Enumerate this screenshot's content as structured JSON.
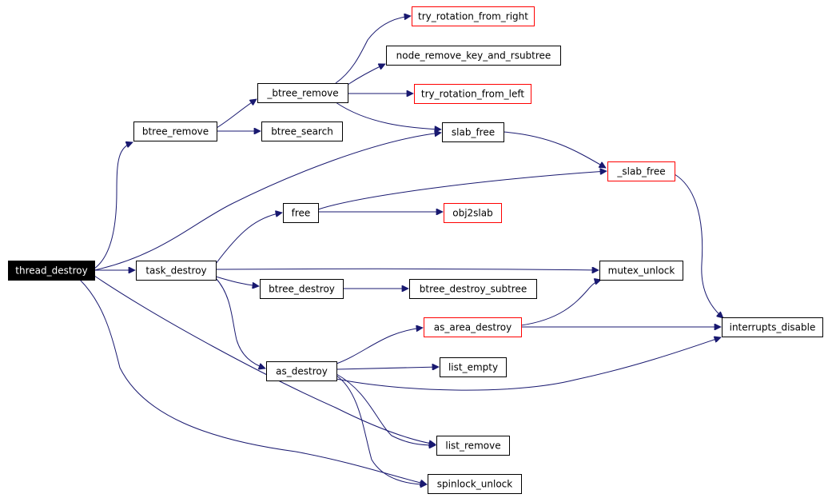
{
  "graph": {
    "root": "thread_destroy",
    "colors": {
      "edge": "#191970",
      "node_border": "#000000",
      "undocumented_border": "#ff0000",
      "root_fill": "#000000",
      "root_text": "#ffffff"
    },
    "nodes": {
      "thread_destroy": {
        "label": "thread_destroy",
        "style": "root"
      },
      "btree_remove": {
        "label": "btree_remove",
        "style": "normal"
      },
      "task_destroy": {
        "label": "task_destroy",
        "style": "normal"
      },
      "slab_free": {
        "label": "slab_free",
        "style": "normal"
      },
      "list_remove": {
        "label": "list_remove",
        "style": "normal"
      },
      "spinlock_unlock": {
        "label": "spinlock_unlock",
        "style": "normal"
      },
      "_btree_remove": {
        "label": "_btree_remove",
        "style": "normal"
      },
      "btree_search": {
        "label": "btree_search",
        "style": "normal"
      },
      "try_rotation_from_right": {
        "label": "try_rotation_from_right",
        "style": "undocumented"
      },
      "node_remove_key_and_rsubtree": {
        "label": "node_remove_key_and_rsubtree",
        "style": "normal"
      },
      "try_rotation_from_left": {
        "label": "try_rotation_from_left",
        "style": "undocumented"
      },
      "free": {
        "label": "free",
        "style": "normal"
      },
      "btree_destroy": {
        "label": "btree_destroy",
        "style": "normal"
      },
      "as_destroy": {
        "label": "as_destroy",
        "style": "normal"
      },
      "mutex_unlock": {
        "label": "mutex_unlock",
        "style": "normal"
      },
      "obj2slab": {
        "label": "obj2slab",
        "style": "undocumented"
      },
      "btree_destroy_subtree": {
        "label": "btree_destroy_subtree",
        "style": "normal"
      },
      "as_area_destroy": {
        "label": "as_area_destroy",
        "style": "undocumented"
      },
      "list_empty": {
        "label": "list_empty",
        "style": "normal"
      },
      "interrupts_disable": {
        "label": "interrupts_disable",
        "style": "normal"
      },
      "_slab_free": {
        "label": "_slab_free",
        "style": "undocumented"
      }
    },
    "edges": [
      [
        "thread_destroy",
        "btree_remove"
      ],
      [
        "thread_destroy",
        "slab_free"
      ],
      [
        "thread_destroy",
        "task_destroy"
      ],
      [
        "thread_destroy",
        "list_remove"
      ],
      [
        "thread_destroy",
        "spinlock_unlock"
      ],
      [
        "btree_remove",
        "_btree_remove"
      ],
      [
        "btree_remove",
        "btree_search"
      ],
      [
        "_btree_remove",
        "try_rotation_from_right"
      ],
      [
        "_btree_remove",
        "node_remove_key_and_rsubtree"
      ],
      [
        "_btree_remove",
        "try_rotation_from_left"
      ],
      [
        "_btree_remove",
        "slab_free"
      ],
      [
        "slab_free",
        "_slab_free"
      ],
      [
        "_slab_free",
        "interrupts_disable"
      ],
      [
        "task_destroy",
        "free"
      ],
      [
        "task_destroy",
        "mutex_unlock"
      ],
      [
        "task_destroy",
        "btree_destroy"
      ],
      [
        "task_destroy",
        "as_destroy"
      ],
      [
        "free",
        "_slab_free"
      ],
      [
        "free",
        "obj2slab"
      ],
      [
        "btree_destroy",
        "btree_destroy_subtree"
      ],
      [
        "as_destroy",
        "as_area_destroy"
      ],
      [
        "as_destroy",
        "list_empty"
      ],
      [
        "as_destroy",
        "interrupts_disable"
      ],
      [
        "as_destroy",
        "list_remove"
      ],
      [
        "as_destroy",
        "spinlock_unlock"
      ],
      [
        "as_area_destroy",
        "mutex_unlock"
      ],
      [
        "as_area_destroy",
        "interrupts_disable"
      ]
    ]
  }
}
